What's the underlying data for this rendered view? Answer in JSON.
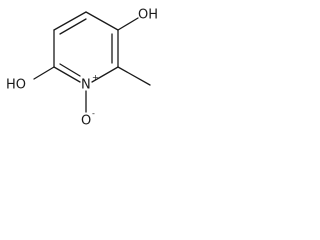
{
  "structure": {
    "labels": {
      "oh_top": "OH",
      "ho_left": "HO",
      "n_ring": "N",
      "n_charge": "+",
      "o_oxide": "O",
      "o_charge": "-"
    }
  }
}
